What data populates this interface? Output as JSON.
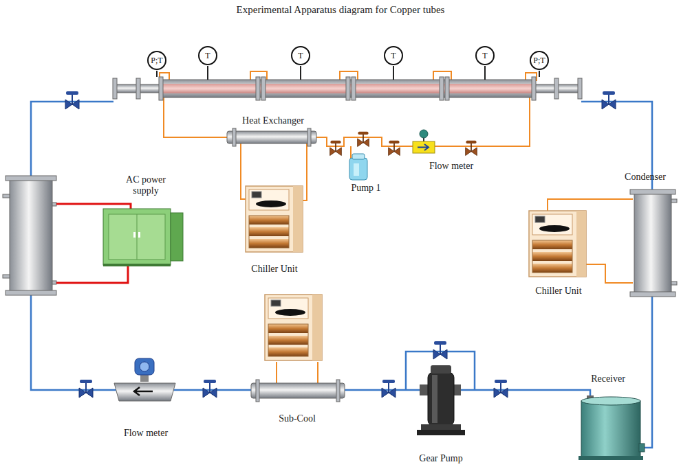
{
  "diagram": {
    "title": "Experimental Apparatus diagram for Copper tubes",
    "nodes": [
      {
        "text": [
          "P;T"
        ]
      },
      {
        "text": [
          "T"
        ]
      },
      {
        "text": [
          "T"
        ]
      },
      {
        "text": [
          "T"
        ]
      },
      {
        "text": [
          "T"
        ]
      },
      {
        "text": [
          "P;T"
        ]
      }
    ],
    "labels": [
      "Heat Exchanger",
      "AC power supply",
      "Pump 1",
      "Flow meter",
      "Condenser",
      "Chiller Unit",
      "Chiller Unit",
      "Sub-Cool",
      "Flow meter",
      "Gear Pump",
      "Receiver"
    ]
  }
}
